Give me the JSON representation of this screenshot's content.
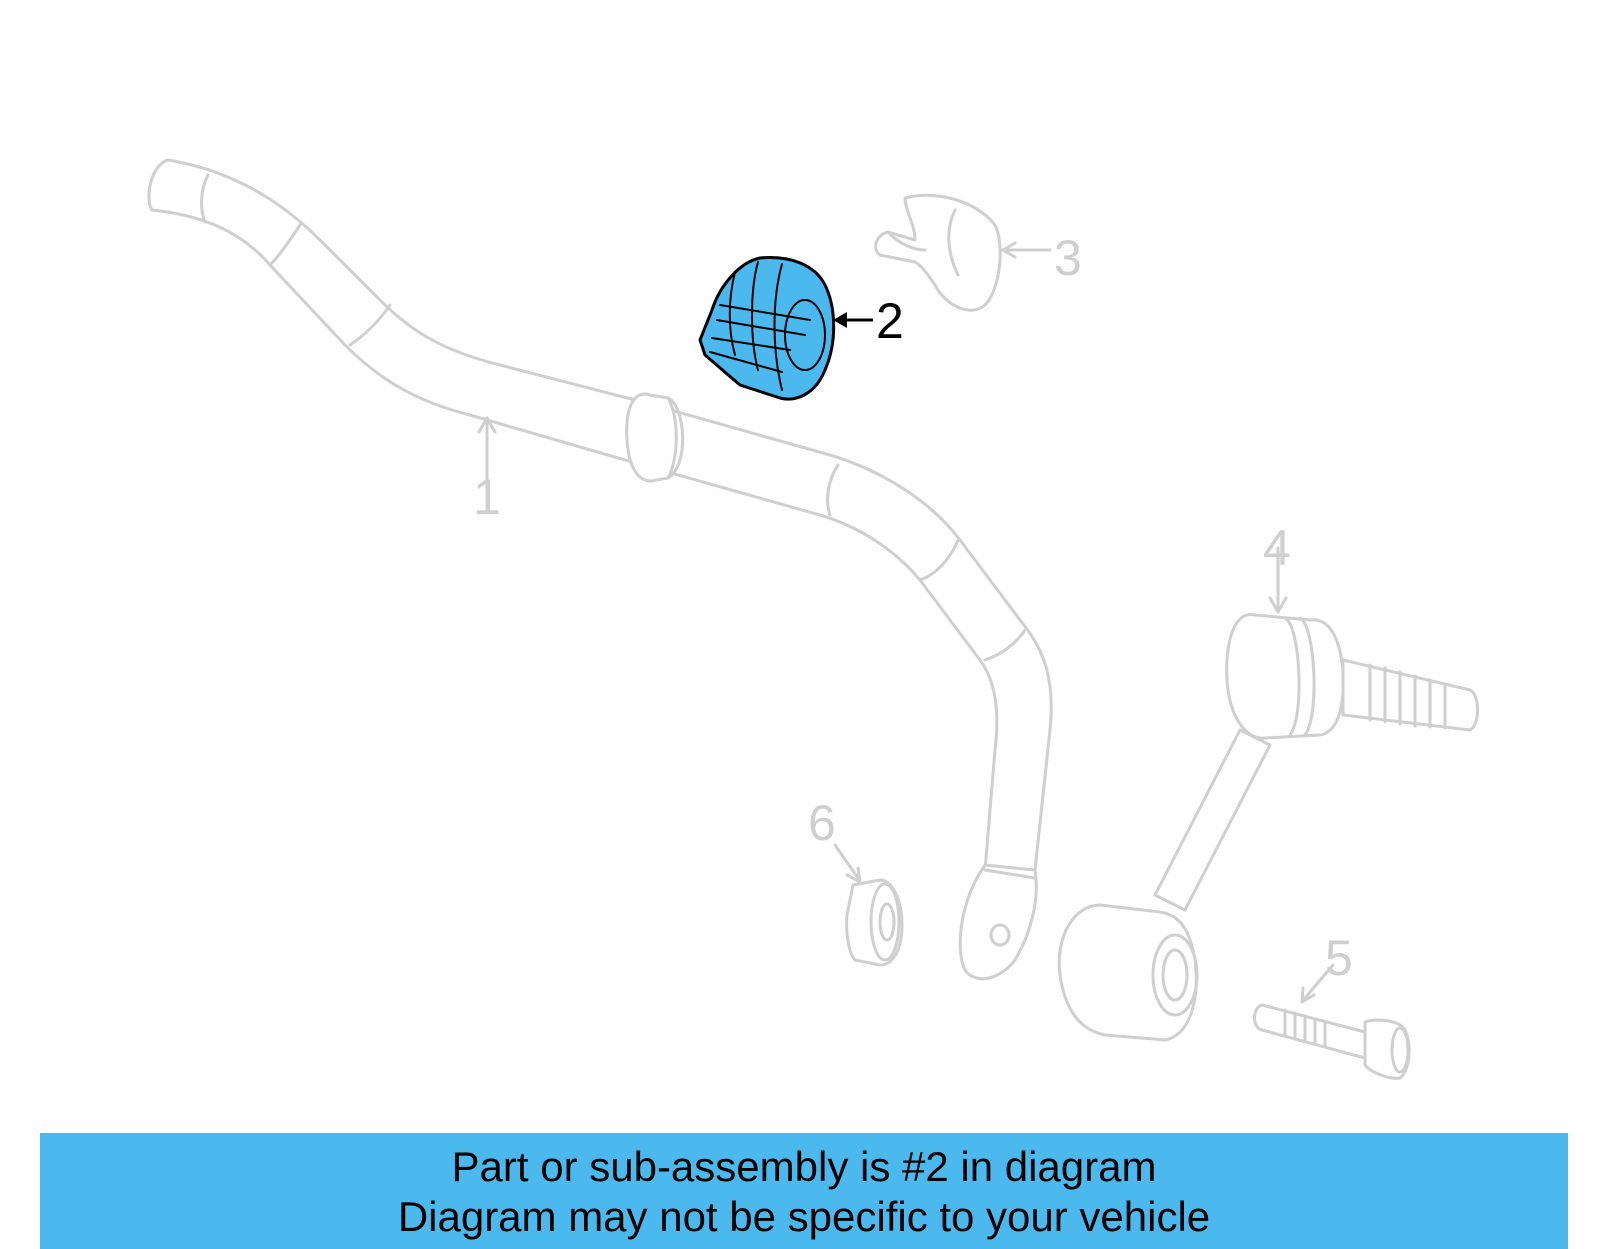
{
  "diagram": {
    "highlight_color": "#4bb8ee",
    "faded_color": "#cfcfcf",
    "callouts": [
      {
        "id": "1",
        "label": "1",
        "highlighted": false
      },
      {
        "id": "2",
        "label": "2",
        "highlighted": true
      },
      {
        "id": "3",
        "label": "3",
        "highlighted": false
      },
      {
        "id": "4",
        "label": "4",
        "highlighted": false
      },
      {
        "id": "5",
        "label": "5",
        "highlighted": false
      },
      {
        "id": "6",
        "label": "6",
        "highlighted": false
      }
    ]
  },
  "banner": {
    "line1": "Part or sub-assembly is #2 in diagram",
    "line2": "Diagram may not be specific to your vehicle",
    "background": "#4bb8ee"
  }
}
